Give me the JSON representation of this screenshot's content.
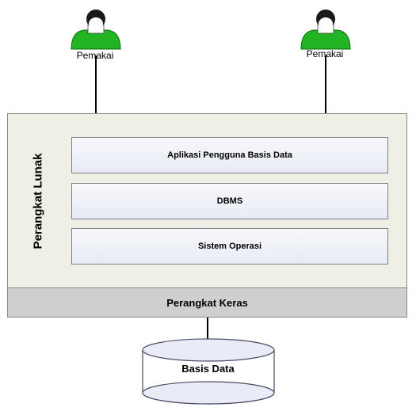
{
  "users": [
    {
      "label": "Pemakai"
    },
    {
      "label": "Pemakai"
    }
  ],
  "software": {
    "label": "Perangkat Lunak",
    "layers": [
      {
        "label": "Aplikasi Pengguna Basis Data"
      },
      {
        "label": "DBMS"
      },
      {
        "label": "Sistem Operasi"
      }
    ]
  },
  "hardware": {
    "label": "Perangkat Keras"
  },
  "database": {
    "label": "Basis Data"
  },
  "colors": {
    "user_body": "#22b422",
    "user_head": "#1a1a1a",
    "layer_border": "#7a7f8c",
    "hardware_fill": "#cfcfcf",
    "software_fill": "#efefe6"
  }
}
